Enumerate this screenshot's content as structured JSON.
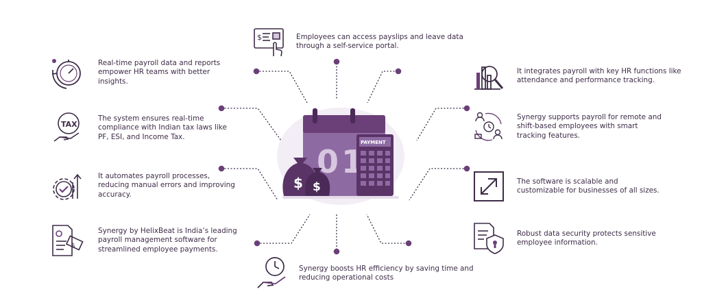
{
  "accent_color": "#6b3f78",
  "light_accent": "#d7c6df",
  "center_graphic": {
    "payment_label": "PAYMENT",
    "dollar_symbol": "$"
  },
  "features": [
    {
      "id": "self-service",
      "icon": "payslip-touch-icon",
      "text": "Employees can access payslips and leave data through a self-service portal."
    },
    {
      "id": "realtime-data",
      "icon": "stopwatch-refresh-icon",
      "text": "Real-time payroll data and reports empower HR teams with better insights."
    },
    {
      "id": "hr-integration",
      "icon": "chart-magnifier-icon",
      "text": "It integrates payroll with key HR functions like attendance and performance tracking."
    },
    {
      "id": "compliance",
      "icon": "tax-hand-icon",
      "text": "The system ensures real-time compliance with Indian tax laws like PF, ESI, and Income Tax."
    },
    {
      "id": "remote-shift",
      "icon": "remote-workers-cycle-icon",
      "text": "Synergy supports payroll for remote and shift-based employees with smart tracking features."
    },
    {
      "id": "automation",
      "icon": "gear-check-growth-icon",
      "text": "It automates payroll processes, reducing manual errors and improving accuracy."
    },
    {
      "id": "scalable",
      "icon": "resize-arrow-icon",
      "text": "The software is scalable and customizable for businesses of all sizes."
    },
    {
      "id": "leading-software",
      "icon": "document-cash-icon",
      "text": "Synergy by HelixBeat is India’s leading payroll management software for streamlined employee payments."
    },
    {
      "id": "data-security",
      "icon": "document-shield-lock-icon",
      "text": "Robust data security protects sensitive employee information."
    },
    {
      "id": "efficiency",
      "icon": "clock-hand-icon",
      "text": "Synergy boosts HR efficiency by saving time and reducing operational costs"
    }
  ]
}
